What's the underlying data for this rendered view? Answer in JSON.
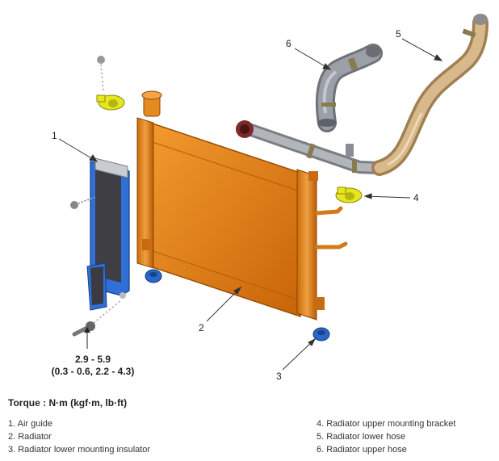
{
  "callouts": [
    "1",
    "2",
    "3",
    "4",
    "5",
    "6"
  ],
  "torque_spec": {
    "line1": "2.9 - 5.9",
    "line2": "(0.3 - 0.6, 2.2 - 4.3)"
  },
  "torque_title": "Torque : N·m (kgf·m, lb·ft)",
  "legend": {
    "left": [
      "1. Air guide",
      "2. Radiator",
      "3. Radiator lower mounting insulator"
    ],
    "right": [
      "4. Radiator upper mounting bracket",
      "5. Radiator lower hose",
      "6. Radiator upper hose"
    ]
  },
  "colors": {
    "radiator": "#e07a10",
    "hose_tan": "#c9a77a",
    "hose_gray": "#8c9096",
    "bracket_yellow": "#e6e61e",
    "insulator_blue": "#2a67c9",
    "air_guide_blue": "#2f6fd6"
  }
}
